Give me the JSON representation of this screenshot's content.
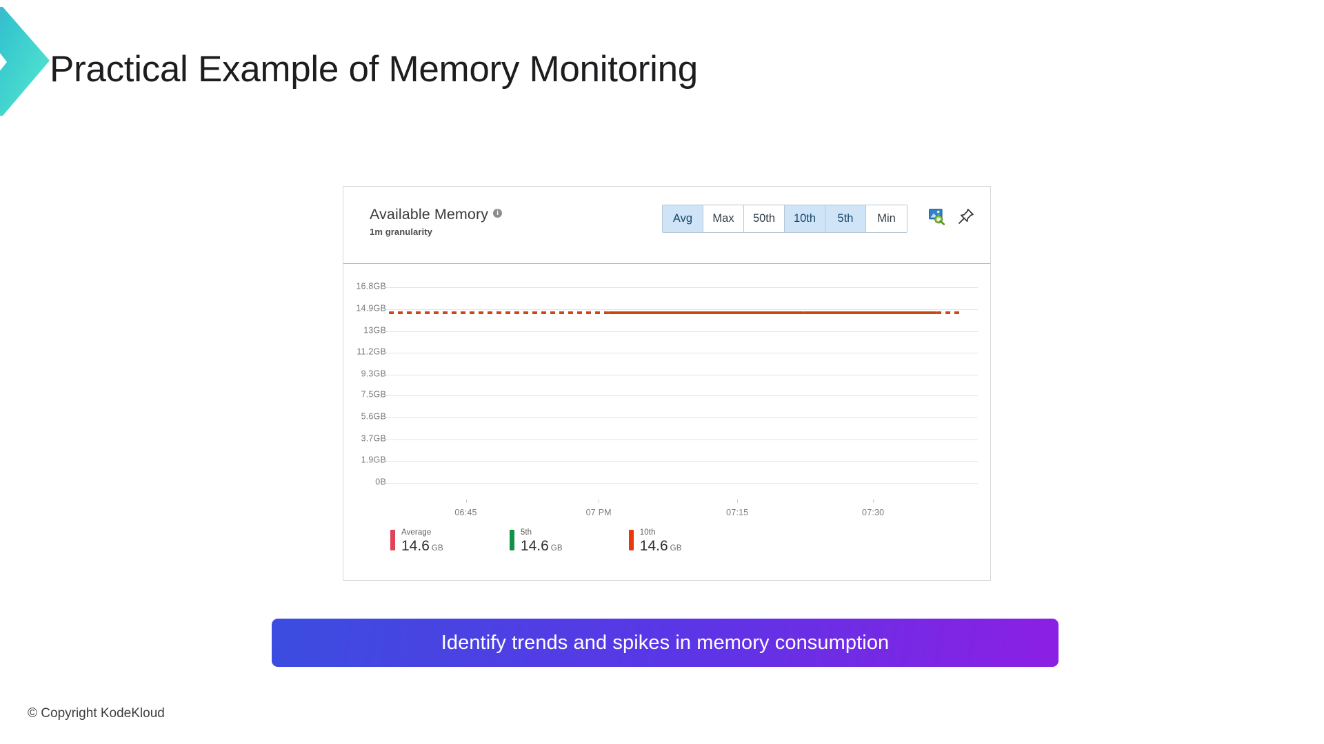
{
  "slide": {
    "title": "Practical Example of Memory Monitoring",
    "copyright": "© Copyright KodeKloud",
    "decoration_icon": "chevron-right-logo",
    "brand_colors": {
      "teal_light": "#4fd8d2",
      "teal_dark": "#2bb6c9",
      "blue": "#4a9fd4"
    }
  },
  "chart_card": {
    "metric_title": "Available Memory",
    "info_icon": "info-circle-icon",
    "info_glyph": "i",
    "granularity": "1m granularity",
    "aggregations": [
      {
        "label": "Avg",
        "selected": true
      },
      {
        "label": "Max",
        "selected": false
      },
      {
        "label": "50th",
        "selected": false
      },
      {
        "label": "10th",
        "selected": true
      },
      {
        "label": "5th",
        "selected": true
      },
      {
        "label": "Min",
        "selected": false
      }
    ],
    "header_actions": [
      {
        "name": "chart-zoom-icon",
        "title": "Open chart in analytics"
      },
      {
        "name": "pin-icon",
        "title": "Pin to dashboard"
      }
    ],
    "selected_fill": "#cfe4f7",
    "selected_text": "#16466b"
  },
  "chart_data": {
    "type": "line",
    "title": "Available Memory",
    "subtitle": "1m granularity",
    "xlabel": "",
    "ylabel": "",
    "ylim": [
      0,
      17.8
    ],
    "grid": true,
    "legend_position": "bottom-left",
    "y_ticks": [
      "16.8GB",
      "14.9GB",
      "13GB",
      "11.2GB",
      "9.3GB",
      "7.5GB",
      "5.6GB",
      "3.7GB",
      "1.9GB",
      "0B"
    ],
    "y_tick_values": [
      16.8,
      14.9,
      13.0,
      11.2,
      9.3,
      7.5,
      5.6,
      3.7,
      1.9,
      0
    ],
    "x_ticks": [
      "06:45",
      "07 PM",
      "07:15",
      "07:30"
    ],
    "x_tick_positions_pct": [
      13.5,
      36.0,
      59.5,
      82.5
    ],
    "series": [
      {
        "name": "Average",
        "color": "#e04258",
        "value": "14.6",
        "unit": "GB",
        "constant_value": 14.6
      },
      {
        "name": "5th",
        "color": "#109347",
        "value": "14.6",
        "unit": "GB",
        "constant_value": 14.6
      },
      {
        "name": "10th",
        "color": "#e8380d",
        "value": "14.6",
        "unit": "GB",
        "constant_value": 14.6
      }
    ],
    "plotted_line": {
      "color": "#c94712",
      "value_gb": 14.6,
      "style": "dashed-then-solid",
      "segments": [
        {
          "from_pct": 0.5,
          "to_pct": 37.5,
          "style": "dashed"
        },
        {
          "from_pct": 37.5,
          "to_pct": 70.5,
          "style": "solid"
        },
        {
          "from_pct": 70.5,
          "to_pct": 93.0,
          "style": "solid"
        },
        {
          "from_pct": 93.0,
          "to_pct": 97.5,
          "style": "dashed"
        }
      ]
    }
  },
  "takeaway": {
    "text": "Identify trends and spikes in memory consumption",
    "gradient_start": "#3b4de0",
    "gradient_end": "#8c1fe3"
  }
}
